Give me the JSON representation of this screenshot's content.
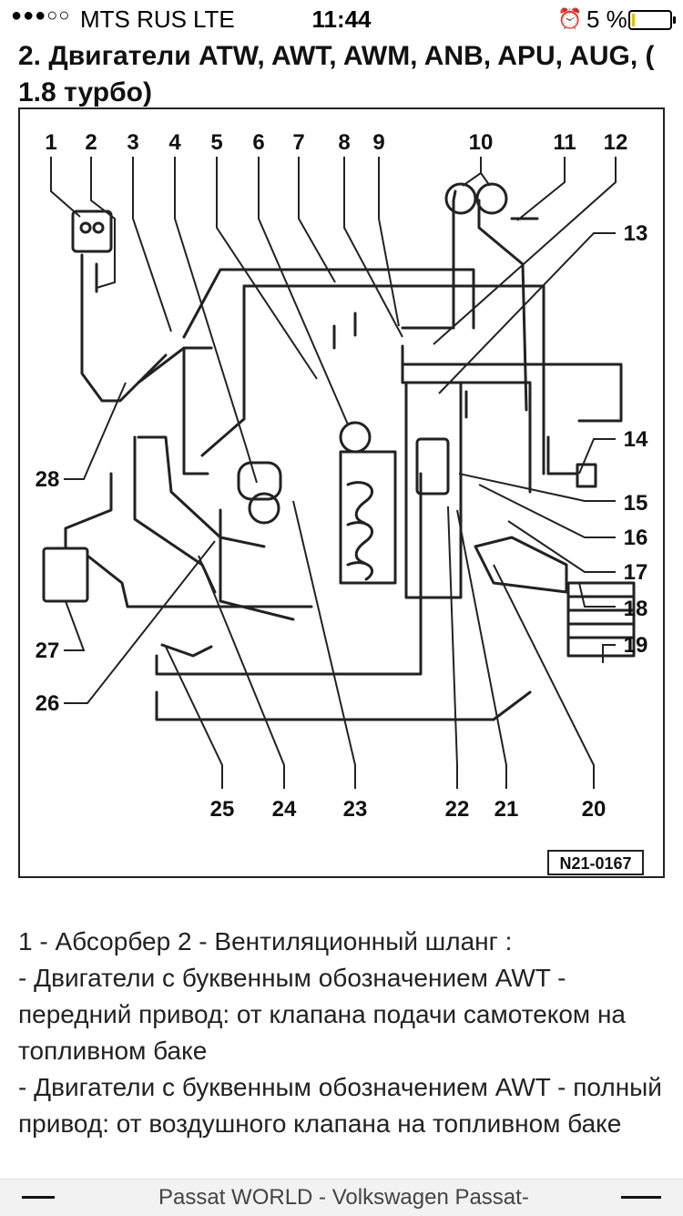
{
  "status_bar": {
    "signal": "●●●○○",
    "carrier": "MTS RUS",
    "network": "LTE",
    "time": "11:44",
    "battery_percent": "5 %",
    "battery_level": 0.05,
    "battery_color": "#e0c100"
  },
  "article": {
    "title": "2. Двигатели ATW, AWT, AWM, ANB, APU, AUG, ( 1.8 турбо)"
  },
  "figure": {
    "code": "N21-0167",
    "callouts": [
      "1",
      "2",
      "3",
      "4",
      "5",
      "6",
      "7",
      "8",
      "9",
      "10",
      "11",
      "12",
      "13",
      "14",
      "15",
      "16",
      "17",
      "18",
      "19",
      "20",
      "21",
      "22",
      "23",
      "24",
      "25",
      "26",
      "27",
      "28"
    ]
  },
  "description": {
    "lines": [
      "1 - Абсорбер 2 - Вентиляционный шланг :",
      "- Двигатели с буквенным обозначением AWT - передний привод: от клапана подачи самотеком на топливном баке",
      "- Двигатели с буквенным обозначением AWT - полный привод: от воздушного клапана на топливном баке"
    ]
  },
  "bottom_bar": {
    "site_title": "Passat WORLD - Volkswagen Passat-"
  }
}
